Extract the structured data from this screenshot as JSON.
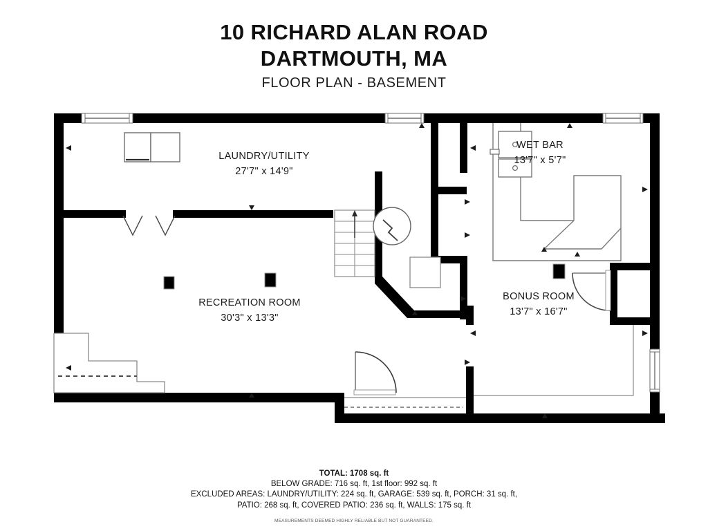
{
  "header": {
    "address_line1": "10 RICHARD ALAN ROAD",
    "address_line2": "DARTMOUTH, MA",
    "subtitle": "FLOOR PLAN - BASEMENT"
  },
  "plan": {
    "rooms": [
      {
        "name": "LAUNDRY/UTILITY",
        "dimensions": "27'7\" x 14'9\""
      },
      {
        "name": "RECREATION ROOM",
        "dimensions": "30'3\" x 13'3\""
      },
      {
        "name": "WET BAR",
        "dimensions": "13'7\" x 5'7\""
      },
      {
        "name": "BONUS ROOM",
        "dimensions": "13'7\" x 16'7\""
      }
    ],
    "colors": {
      "wall": "#000000",
      "fixture_line": "#7a7a7a",
      "background": "#ffffff",
      "text": "#1a1a1a"
    }
  },
  "footer": {
    "total": "TOTAL: 1708 sq. ft",
    "line2": "BELOW GRADE: 716 sq. ft, 1st floor: 992 sq. ft",
    "line3": "EXCLUDED AREAS: LAUNDRY/UTILITY: 224 sq. ft, GARAGE: 539 sq. ft, PORCH: 31 sq. ft,",
    "line4": "PATIO: 268 sq. ft, COVERED PATIO: 236 sq. ft, WALLS: 175 sq. ft",
    "disclaimer": "MEASUREMENTS DEEMED HIGHLY RELIABLE BUT NOT GUARANTEED."
  }
}
